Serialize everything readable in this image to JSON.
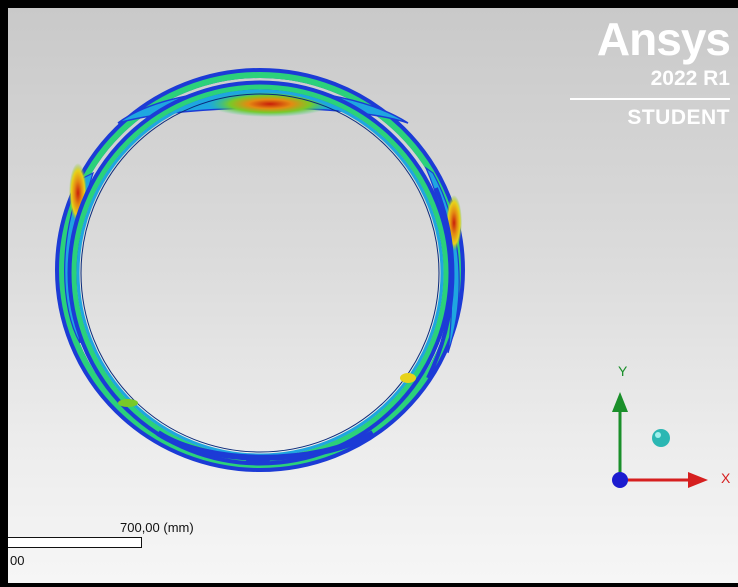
{
  "logo": {
    "brand": "Ansys",
    "version": "2022 R1",
    "edition": "STUDENT"
  },
  "triad": {
    "y_label": "Y",
    "x_label": "X",
    "colors": {
      "x": "#d61f1f",
      "y": "#1a8f2a",
      "z": "#1c1ccf",
      "iso": "#2bb7b3"
    }
  },
  "scale": {
    "label": "700,00 (mm)",
    "zero": "00"
  },
  "model": {
    "name": "deformed-ring",
    "colors": [
      "#1c3bd6",
      "#1fa6e0",
      "#2bd17b",
      "#79c928",
      "#e7d21a",
      "#e48a12",
      "#c81d0a"
    ]
  }
}
